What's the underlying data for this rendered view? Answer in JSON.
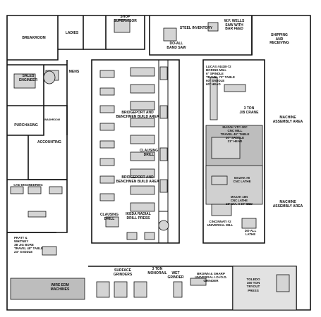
{
  "colors": {
    "wall": "#111111",
    "equipment_fill": "#d4d4d4",
    "shaded_zone": "#bdbdbd",
    "background": "#ffffff"
  },
  "rooms": {
    "breakroom": "BREAKROOM",
    "ladies": "LADIES",
    "shop_supervisor": "SHOP\nSUPERVISOR",
    "steel_inventory": "STEEL INVENTORY",
    "wf_wells": "W.F. WELLS\nSAW WITH\nBAR FEED",
    "do_all_band_saw": "DO-ALL\nBAND SAW",
    "shipping": "SHIPPING\nAND\nRECEIVING",
    "sales_engineer": "SALES\nENGINEER",
    "mens": "MENS",
    "purchasing": "PURCHASING",
    "washroom": "WASHROOM",
    "accounting": "ACCOUNTING",
    "cad_engineering": "CAD ENGINEERING",
    "machine_assembly_1": "MACHINE\nASSEMBLY AREA",
    "machine_assembly_2": "MACHINE\nASSEMBLY AREA"
  },
  "machines": {
    "bridgeport_1": "BRIDGEPORT AND\nBENCHMEN BUILD AREA",
    "bridgeport_2": "BRIDGEPORT AND\nBENCHMEN BUILD AREA",
    "clausing_drill_1": "CLAUSING\nDRILL",
    "clausing_drill_2": "CLAUSING\nDRILL",
    "ikeda": "IKEDA RADIAL\nDRILL PRESS",
    "lucas": "LUCAS #441B-72\nBORING MILL\n6\" SPINDLE\nTRAVEL 72\" TABLE\n60\" SADDLE\n60\" HEAD",
    "jib_crane": "3 TON\nJIB CRANE",
    "mazak_vtc": "MAZAK VTC-30C\nCNC MILL\nTRAVEL 40\" TABLE\n30\" SADDLE\n21\" HEAD",
    "mazak_8": "MAZAK #8\nCNC LATHE",
    "mazak_18n": "MAZAK 18N\nCNC LATHE\n18\" DIA. X 60\" BED",
    "cincinnati": "CINCINNATI #2\nUNIVERSAL MILL",
    "do_all_lathe": "DO-ALL\nLATHE",
    "pratt_whitney": "PRATT &\nWHITNEY\n3B JIG BORE\nTRAVEL 48\" TABLE\n24\" SADDLE",
    "wire_edm": "WIRE EDM\nMACHINES",
    "surface_grinders": "SURFACE\nGRINDERS",
    "monorail": "3 TON\nMONORAIL",
    "wet_grinder": "WET\nGRINDER",
    "brown_sharp": "BROWN & SHARP\nUNIVERSAL I.D./O.D.\nGRINDER",
    "toledo": "TOLEDO\n150 TON\nTRYOUT\nPRESS"
  }
}
